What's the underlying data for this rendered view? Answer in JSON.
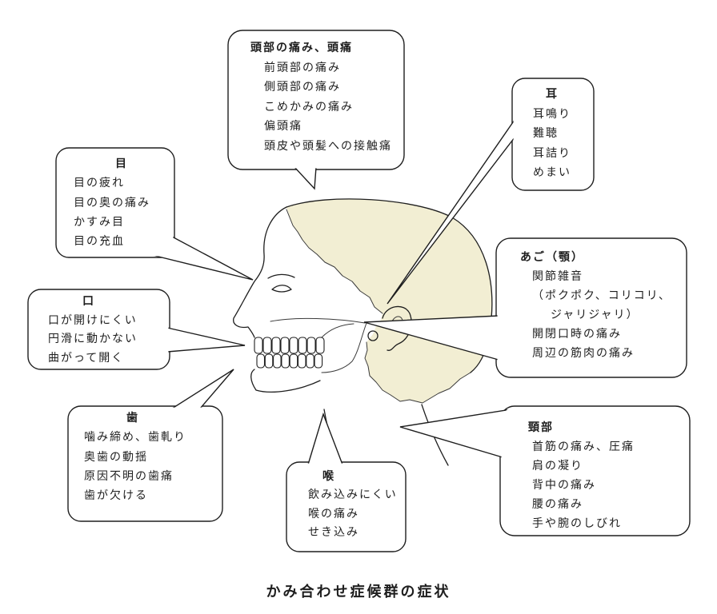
{
  "callouts": {
    "head": {
      "title": "頭部の痛み、頭痛",
      "items": [
        "前頭部の痛み",
        "側頭部の痛み",
        "こめかみの痛み",
        "偏頭痛",
        "頭皮や頭髪への接触痛"
      ]
    },
    "ear": {
      "title": "耳",
      "items": [
        "耳鳴り",
        "難聴",
        "耳詰り",
        "めまい"
      ]
    },
    "eye": {
      "title": "目",
      "items": [
        "目の疲れ",
        "目の奥の痛み",
        "かすみ目",
        "目の充血"
      ]
    },
    "jaw": {
      "title": "あご（顎）",
      "items": [
        "関節雑音",
        "（ポクポク、コリコリ、",
        "ジャリジャリ）",
        "開閉口時の痛み",
        "周辺の筋肉の痛み"
      ]
    },
    "mouth": {
      "title": "口",
      "items": [
        "口が開けにくい",
        "円滑に動かない",
        "曲がって開く"
      ]
    },
    "teeth": {
      "title": "歯",
      "items": [
        "噛み締め、歯軋り",
        "奥歯の動揺",
        "原因不明の歯痛",
        "歯が欠ける"
      ]
    },
    "throat": {
      "title": "喉",
      "items": [
        "飲み込みにくい",
        "喉の痛み",
        "せき込み"
      ]
    },
    "neck": {
      "title": "頸部",
      "items": [
        "首筋の痛み、圧痛",
        "肩の凝り",
        "背中の痛み",
        "腰の痛み",
        "手や腕のしびれ"
      ]
    }
  },
  "caption": "かみ合わせ症候群の症状",
  "colors": {
    "shading": "#f2eed3",
    "line": "#1e1e1e",
    "background": "#ffffff"
  }
}
